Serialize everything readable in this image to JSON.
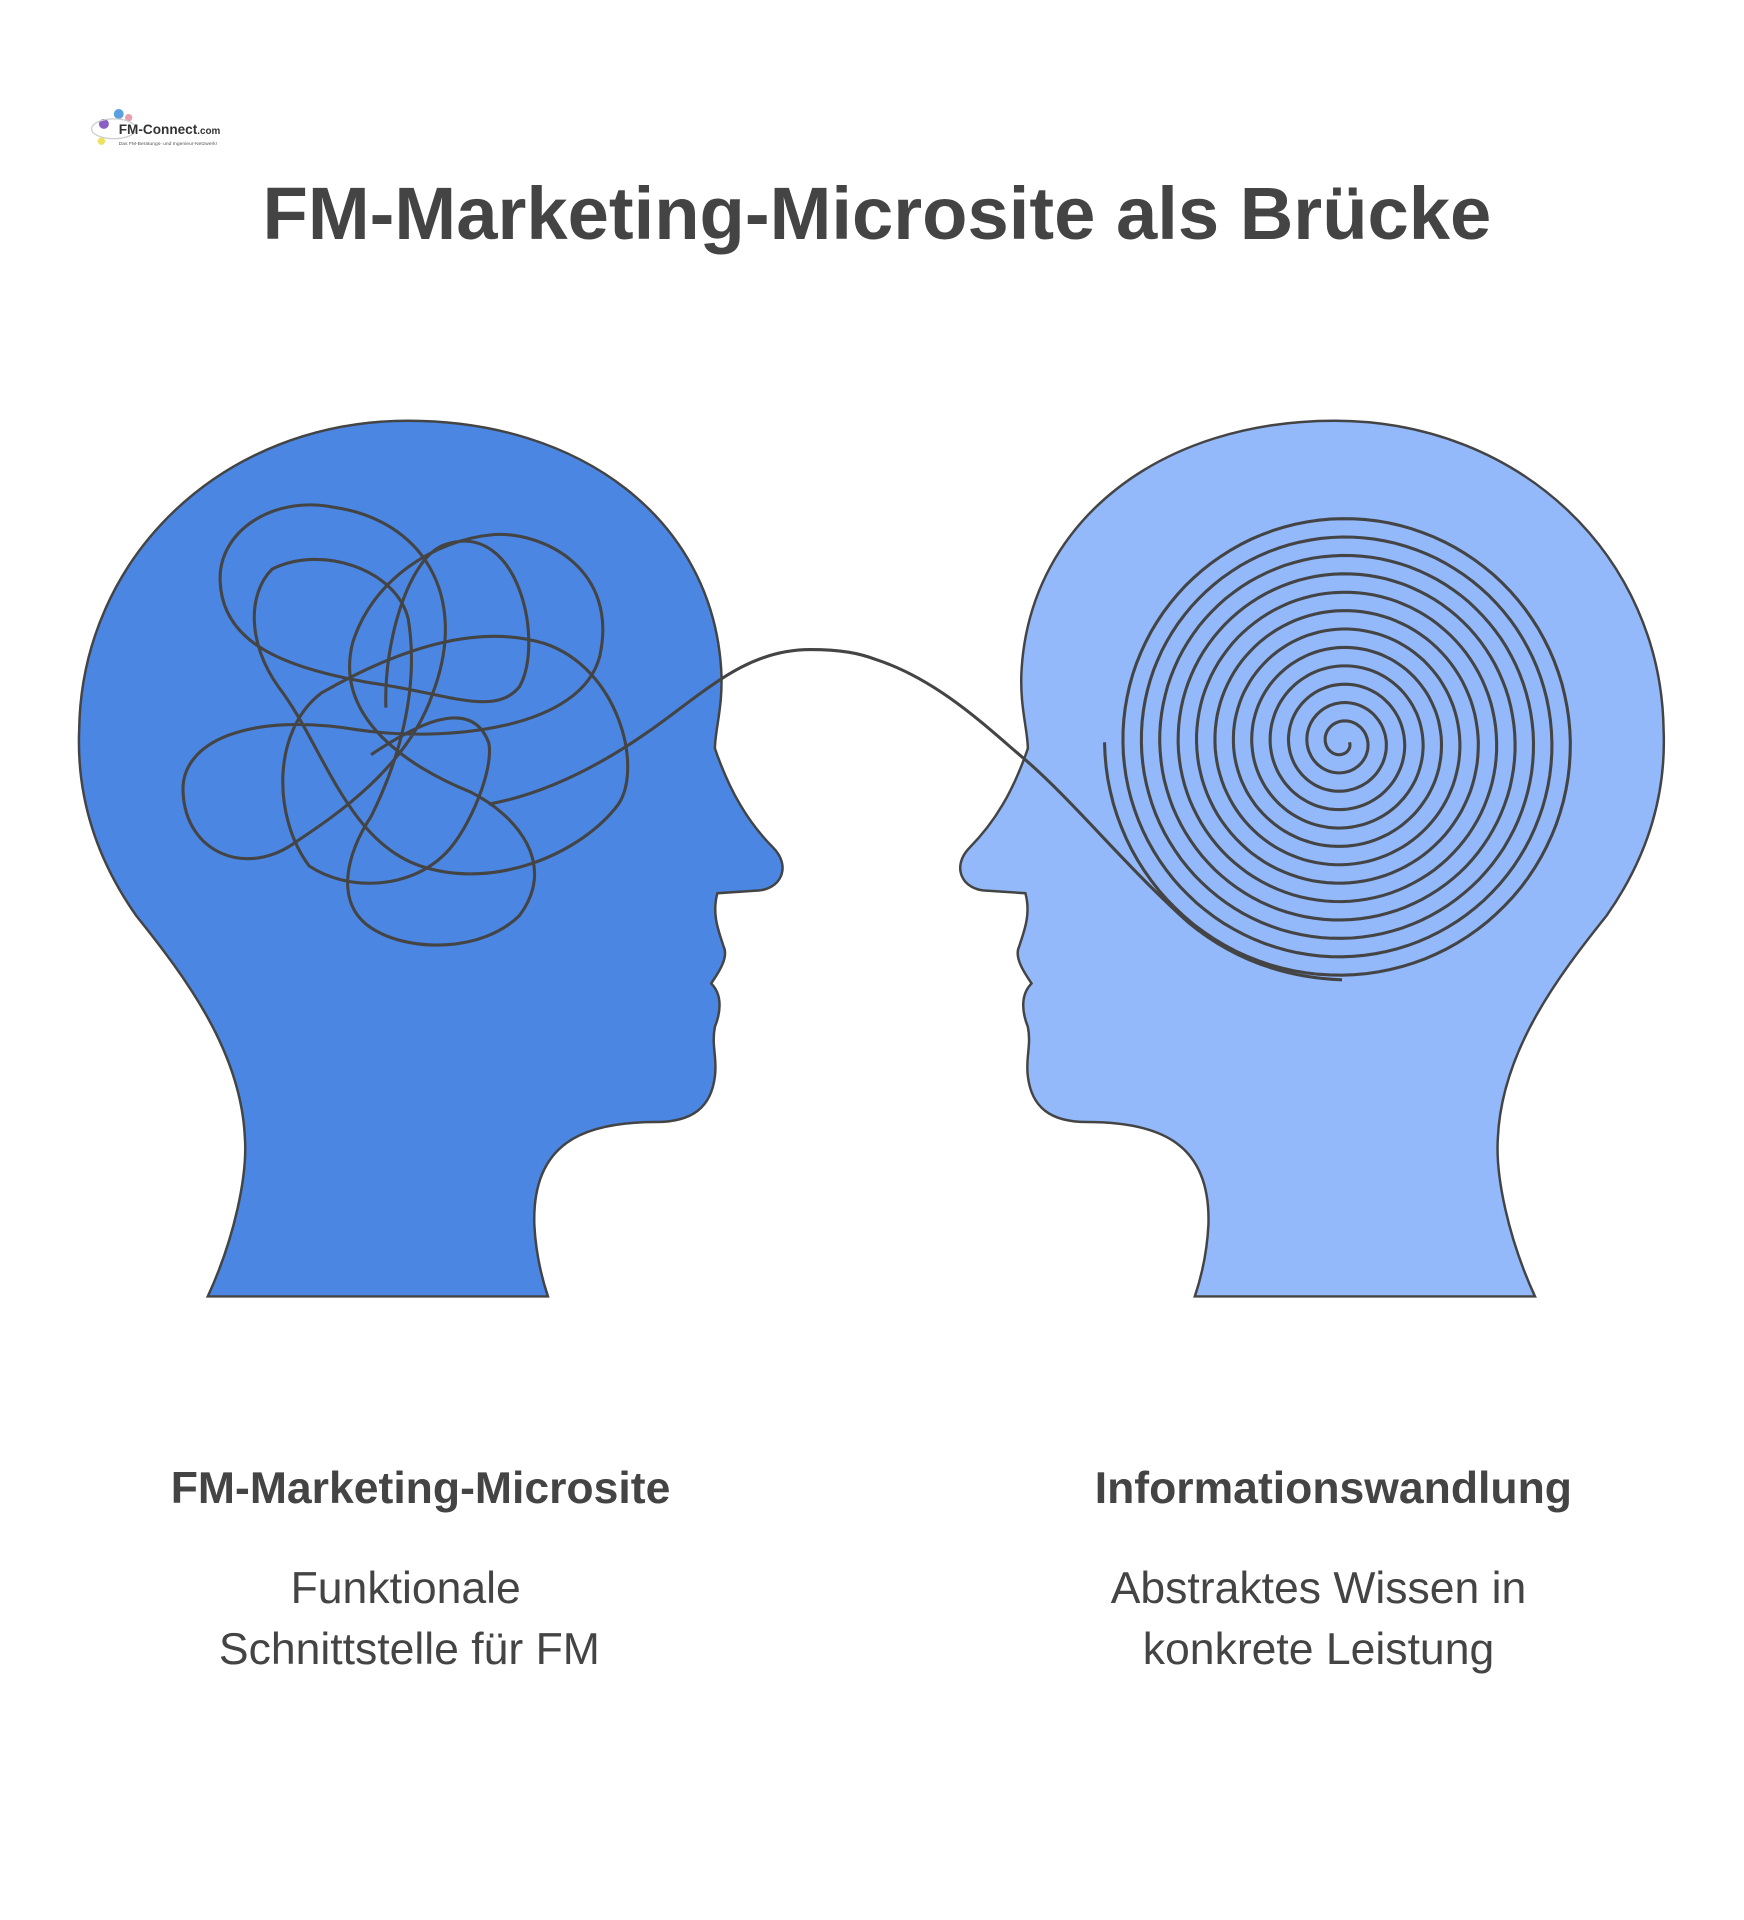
{
  "logo": {
    "text": "FM-Connect.com",
    "tagline": "Das FM-Beratungs- und Ingenieur-Netzwerk!"
  },
  "title": "FM-Marketing-Microsite als Brücke",
  "left": {
    "heading": "FM-Marketing-Microsite",
    "lines": [
      "Funktionale",
      "Schnittstelle für FM"
    ],
    "color": "#4a86e2"
  },
  "right": {
    "heading": "Informationswandlung",
    "lines": [
      "Abstraktes Wissen in",
      "konkrete Leistung"
    ],
    "color": "#93b9fb"
  }
}
